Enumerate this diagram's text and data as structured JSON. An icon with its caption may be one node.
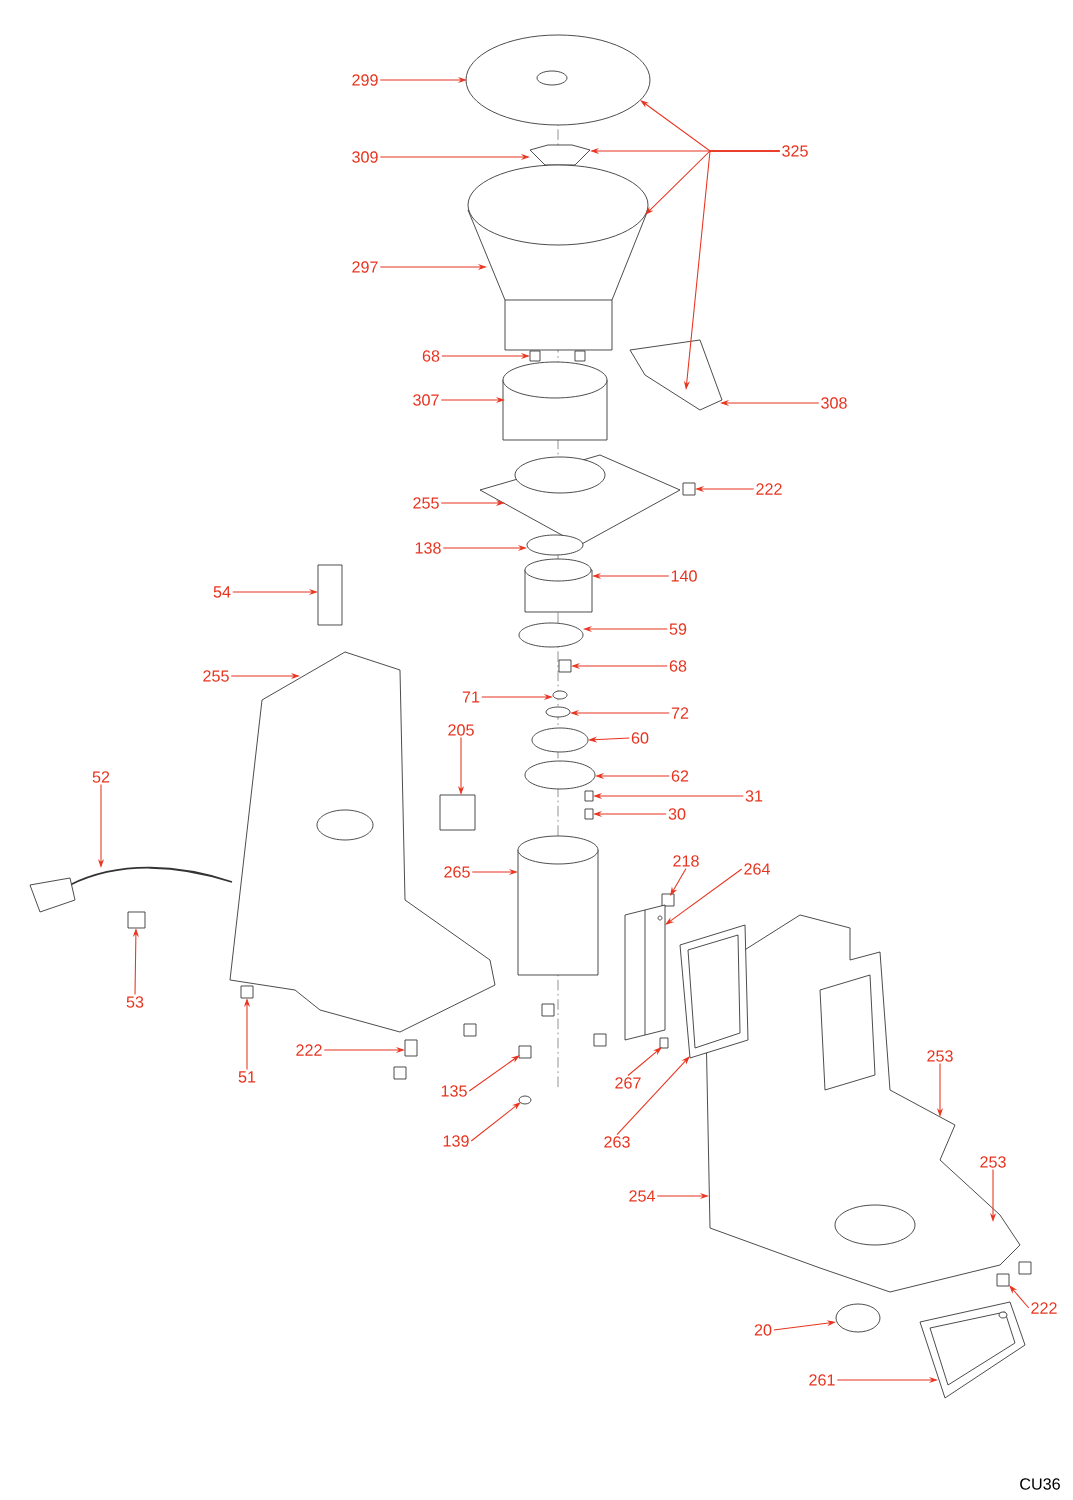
{
  "diagram": {
    "nodes": [
      {
        "text": [
          "299"
        ]
      },
      {
        "text": [
          "309"
        ]
      },
      {
        "text": [
          "325"
        ]
      },
      {
        "text": [
          "297"
        ]
      },
      {
        "text": [
          "68"
        ]
      },
      {
        "text": [
          "307"
        ]
      },
      {
        "text": [
          "308"
        ]
      },
      {
        "text": [
          "222"
        ]
      },
      {
        "text": [
          "255"
        ]
      },
      {
        "text": [
          "138"
        ]
      },
      {
        "text": [
          "140"
        ]
      },
      {
        "text": [
          "54"
        ]
      },
      {
        "text": [
          "59"
        ]
      },
      {
        "text": [
          "68"
        ]
      },
      {
        "text": [
          "255"
        ]
      },
      {
        "text": [
          "71"
        ]
      },
      {
        "text": [
          "72"
        ]
      },
      {
        "text": [
          "205"
        ]
      },
      {
        "text": [
          "60"
        ]
      },
      {
        "text": [
          "52"
        ]
      },
      {
        "text": [
          "62"
        ]
      },
      {
        "text": [
          "31"
        ]
      },
      {
        "text": [
          "30"
        ]
      },
      {
        "text": [
          "218"
        ]
      },
      {
        "text": [
          "265"
        ]
      },
      {
        "text": [
          "264"
        ]
      },
      {
        "text": [
          "53"
        ]
      },
      {
        "text": [
          "222"
        ]
      },
      {
        "text": [
          "51"
        ]
      },
      {
        "text": [
          "253"
        ]
      },
      {
        "text": [
          "135"
        ]
      },
      {
        "text": [
          "267"
        ]
      },
      {
        "text": [
          "139"
        ]
      },
      {
        "text": [
          "263"
        ]
      },
      {
        "text": [
          "253"
        ]
      },
      {
        "text": [
          "254"
        ]
      },
      {
        "text": [
          "222"
        ]
      },
      {
        "text": [
          "20"
        ]
      },
      {
        "text": [
          "261"
        ]
      },
      {
        "text": [],
        "shape": "picture"
      },
      {
        "text": [],
        "shape": "picture"
      },
      {
        "text": [],
        "shape": "picture"
      },
      {
        "text": [],
        "shape": "picture"
      },
      {
        "text": [],
        "shape": "picture"
      },
      {
        "text": [],
        "shape": "cylinder"
      },
      {
        "text": [],
        "shape": "picture"
      },
      {
        "text": [],
        "shape": "box"
      },
      {
        "text": [],
        "shape": "circle"
      },
      {
        "text": [],
        "shape": "cylinder"
      },
      {
        "text": [],
        "shape": "box"
      },
      {
        "text": [],
        "shape": "circle"
      },
      {
        "text": [],
        "shape": "box"
      },
      {
        "text": [],
        "shape": "picture"
      },
      {
        "text": [],
        "shape": "circle"
      },
      {
        "text": [],
        "shape": "circle"
      },
      {
        "text": [],
        "shape": "box"
      },
      {
        "text": [],
        "shape": "circle"
      },
      {
        "text": [],
        "shape": "picture"
      },
      {
        "text": [],
        "shape": "circle"
      },
      {
        "text": [],
        "shape": "box"
      },
      {
        "text": [],
        "shape": "box"
      },
      {
        "text": [],
        "shape": "cylinder"
      },
      {
        "text": [],
        "shape": "box"
      },
      {
        "text": [],
        "shape": "picture"
      },
      {
        "text": [],
        "shape": "box"
      },
      {
        "text": [],
        "shape": "box"
      },
      {
        "text": [],
        "shape": "box"
      },
      {
        "text": [],
        "shape": "picture"
      },
      {
        "text": [],
        "shape": "box"
      },
      {
        "text": [],
        "shape": "box"
      },
      {
        "text": [],
        "shape": "circle"
      },
      {
        "text": [],
        "shape": "picture"
      },
      {
        "text": [],
        "shape": "box"
      },
      {
        "text": [],
        "shape": "circle"
      },
      {
        "text": [],
        "shape": "picture"
      }
    ],
    "edges": [
      {
        "from": 0,
        "to": 39,
        "arrow": "to"
      },
      {
        "from": 1,
        "to": 40,
        "arrow": "to"
      },
      {
        "from": 2,
        "to": 39,
        "arrow": "to"
      },
      {
        "from": 2,
        "to": 40,
        "arrow": "to"
      },
      {
        "from": 2,
        "to": 41,
        "arrow": "to"
      },
      {
        "from": 2,
        "to": 43,
        "arrow": "to"
      },
      {
        "from": 3,
        "to": 41,
        "arrow": "to"
      },
      {
        "from": 4,
        "to": 42,
        "arrow": "to"
      },
      {
        "from": 5,
        "to": 44,
        "arrow": "to"
      },
      {
        "from": 6,
        "to": 43,
        "arrow": "to"
      },
      {
        "from": 7,
        "to": 46,
        "arrow": "to"
      },
      {
        "from": 8,
        "to": 45,
        "arrow": "to"
      },
      {
        "from": 9,
        "to": 47,
        "arrow": "to"
      },
      {
        "from": 10,
        "to": 48,
        "arrow": "to"
      },
      {
        "from": 11,
        "to": 49,
        "arrow": "to"
      },
      {
        "from": 12,
        "to": 50,
        "arrow": "to"
      },
      {
        "from": 13,
        "to": 51,
        "arrow": "to"
      },
      {
        "from": 14,
        "to": 52,
        "arrow": "to"
      },
      {
        "from": 15,
        "to": 53,
        "arrow": "to"
      },
      {
        "from": 16,
        "to": 54,
        "arrow": "to"
      },
      {
        "from": 17,
        "to": 55,
        "arrow": "to"
      },
      {
        "from": 18,
        "to": 56,
        "arrow": "to"
      },
      {
        "from": 19,
        "to": 57,
        "arrow": "to"
      },
      {
        "from": 20,
        "to": 58,
        "arrow": "to"
      },
      {
        "from": 21,
        "to": 59,
        "arrow": "to"
      },
      {
        "from": 22,
        "to": 60,
        "arrow": "to"
      },
      {
        "from": 23,
        "to": 62,
        "arrow": "to"
      },
      {
        "from": 24,
        "to": 61,
        "arrow": "to"
      },
      {
        "from": 25,
        "to": 63,
        "arrow": "to"
      },
      {
        "from": 26,
        "to": 64,
        "arrow": "to"
      },
      {
        "from": 27,
        "to": 65,
        "arrow": "to"
      },
      {
        "from": 28,
        "to": 66,
        "arrow": "to"
      },
      {
        "from": 29,
        "to": 67,
        "arrow": "to"
      },
      {
        "from": 30,
        "to": 68,
        "arrow": "to"
      },
      {
        "from": 31,
        "to": 69,
        "arrow": "to"
      },
      {
        "from": 32,
        "to": 70,
        "arrow": "to"
      },
      {
        "from": 33,
        "to": 71,
        "arrow": "to"
      },
      {
        "from": 34,
        "to": 67,
        "arrow": "to"
      },
      {
        "from": 35,
        "to": 67,
        "arrow": "to"
      },
      {
        "from": 36,
        "to": 72,
        "arrow": "to"
      },
      {
        "from": 37,
        "to": 73,
        "arrow": "to"
      },
      {
        "from": 38,
        "to": 74,
        "arrow": "to"
      }
    ],
    "labels": [
      "CU36"
    ]
  }
}
